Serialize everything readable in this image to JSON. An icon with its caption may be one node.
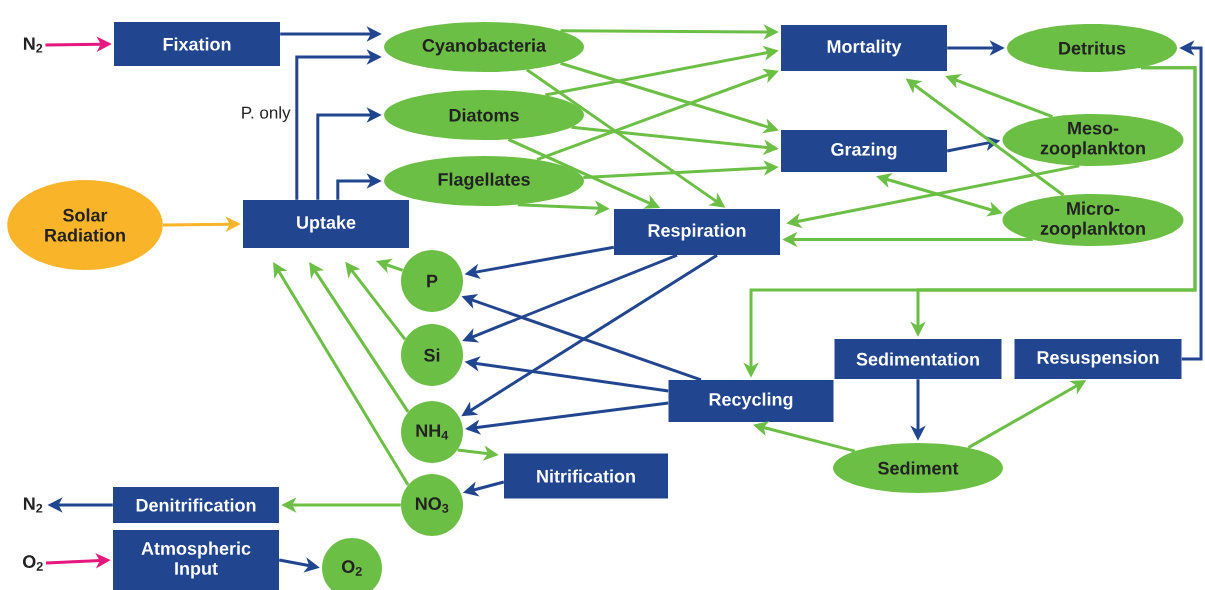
{
  "diagram": {
    "nodes": [
      {
        "text": [
          "N$_{2}$"
        ]
      },
      {
        "text": [
          "Fixation"
        ]
      },
      {
        "text": [
          "Cyanobacteria"
        ]
      },
      {
        "text": [
          "Diatoms"
        ]
      },
      {
        "text": [
          "Flagellates"
        ]
      },
      {
        "text": [
          "Solar Radiation"
        ]
      },
      {
        "text": [
          "Uptake"
        ]
      },
      {
        "text": [
          "Mortality"
        ]
      },
      {
        "text": [
          "Detritus"
        ]
      },
      {
        "text": [
          "Grazing"
        ]
      },
      {
        "text": [
          "Meso-zooplankton"
        ]
      },
      {
        "text": [
          "Respiration"
        ]
      },
      {
        "text": [
          "Micro-zooplankton"
        ]
      },
      {
        "text": [
          "P"
        ]
      },
      {
        "text": [
          "Si"
        ]
      },
      {
        "text": [
          "NH$_{4}$"
        ]
      },
      {
        "text": [
          "Recycling"
        ]
      },
      {
        "text": [
          "Sedimentation"
        ]
      },
      {
        "text": [
          "Resuspension"
        ]
      },
      {
        "text": [
          "Sediment"
        ]
      },
      {
        "text": [
          "Nitrification"
        ]
      },
      {
        "text": [
          "NO$_{3}$"
        ]
      },
      {
        "text": [
          "N$_{2}$"
        ]
      },
      {
        "text": [
          "Denitrification"
        ]
      },
      {
        "text": [
          "O$_{2}$"
        ]
      },
      {
        "text": [
          "Atmospheric Input"
        ]
      },
      {
        "text": [
          "O$_{2}$"
        ]
      }
    ],
    "edges": [
      {
        "from": 0,
        "to": 1,
        "arrow": "to",
        "color": "#e6187f"
      },
      {
        "from": 1,
        "to": 2,
        "arrow": "to",
        "color": "#21468f"
      },
      {
        "from": 6,
        "to": 2,
        "arrow": "to",
        "color": "#21468f",
        "label": "P. only"
      },
      {
        "from": 6,
        "to": 3,
        "arrow": "to",
        "color": "#21468f"
      },
      {
        "from": 6,
        "to": 4,
        "arrow": "to",
        "color": "#21468f"
      },
      {
        "from": 5,
        "to": 6,
        "arrow": "to",
        "color": "#f9b42a"
      },
      {
        "from": 2,
        "to": 7,
        "arrow": "to"
      },
      {
        "from": 3,
        "to": 7,
        "arrow": "to"
      },
      {
        "from": 4,
        "to": 7,
        "arrow": "to"
      },
      {
        "from": 2,
        "to": 9,
        "arrow": "to"
      },
      {
        "from": 3,
        "to": 9,
        "arrow": "to"
      },
      {
        "from": 4,
        "to": 9,
        "arrow": "to"
      },
      {
        "from": 2,
        "to": 11,
        "arrow": "to"
      },
      {
        "from": 3,
        "to": 11,
        "arrow": "to"
      },
      {
        "from": 4,
        "to": 11,
        "arrow": "to"
      },
      {
        "from": 7,
        "to": 8,
        "arrow": "to",
        "color": "#21468f"
      },
      {
        "from": 18,
        "to": 8,
        "arrow": "to",
        "color": "#21468f"
      },
      {
        "from": 9,
        "to": 10,
        "arrow": "to",
        "color": "#21468f"
      },
      {
        "from": 10,
        "to": 7,
        "arrow": "to"
      },
      {
        "from": 12,
        "to": 7,
        "arrow": "to"
      },
      {
        "from": 10,
        "to": 11,
        "arrow": "to"
      },
      {
        "from": 12,
        "to": 11,
        "arrow": "to"
      },
      {
        "from": 9,
        "to": 12,
        "arrow": "both"
      },
      {
        "from": 8,
        "to": 16,
        "arrow": "to"
      },
      {
        "from": 8,
        "to": 17,
        "arrow": "to"
      },
      {
        "from": 17,
        "to": 19,
        "arrow": "to",
        "color": "#21468f"
      },
      {
        "from": 19,
        "to": 18,
        "arrow": "to"
      },
      {
        "from": 19,
        "to": 16,
        "arrow": "to"
      },
      {
        "from": 11,
        "to": 13,
        "arrow": "to",
        "color": "#21468f"
      },
      {
        "from": 11,
        "to": 14,
        "arrow": "to",
        "color": "#21468f"
      },
      {
        "from": 11,
        "to": 15,
        "arrow": "to",
        "color": "#21468f"
      },
      {
        "from": 16,
        "to": 13,
        "arrow": "to",
        "color": "#21468f"
      },
      {
        "from": 16,
        "to": 14,
        "arrow": "to",
        "color": "#21468f"
      },
      {
        "from": 16,
        "to": 15,
        "arrow": "to",
        "color": "#21468f"
      },
      {
        "from": 13,
        "to": 6,
        "arrow": "to"
      },
      {
        "from": 14,
        "to": 6,
        "arrow": "to"
      },
      {
        "from": 15,
        "to": 6,
        "arrow": "to"
      },
      {
        "from": 21,
        "to": 6,
        "arrow": "to"
      },
      {
        "from": 15,
        "to": 20,
        "arrow": "to"
      },
      {
        "from": 20,
        "to": 21,
        "arrow": "to",
        "color": "#21468f"
      },
      {
        "from": 21,
        "to": 23,
        "arrow": "to"
      },
      {
        "from": 23,
        "to": 22,
        "arrow": "to",
        "color": "#21468f"
      },
      {
        "from": 24,
        "to": 25,
        "arrow": "to",
        "color": "#e6187f"
      },
      {
        "from": 25,
        "to": 26,
        "arrow": "to",
        "color": "#21468f"
      }
    ]
  }
}
